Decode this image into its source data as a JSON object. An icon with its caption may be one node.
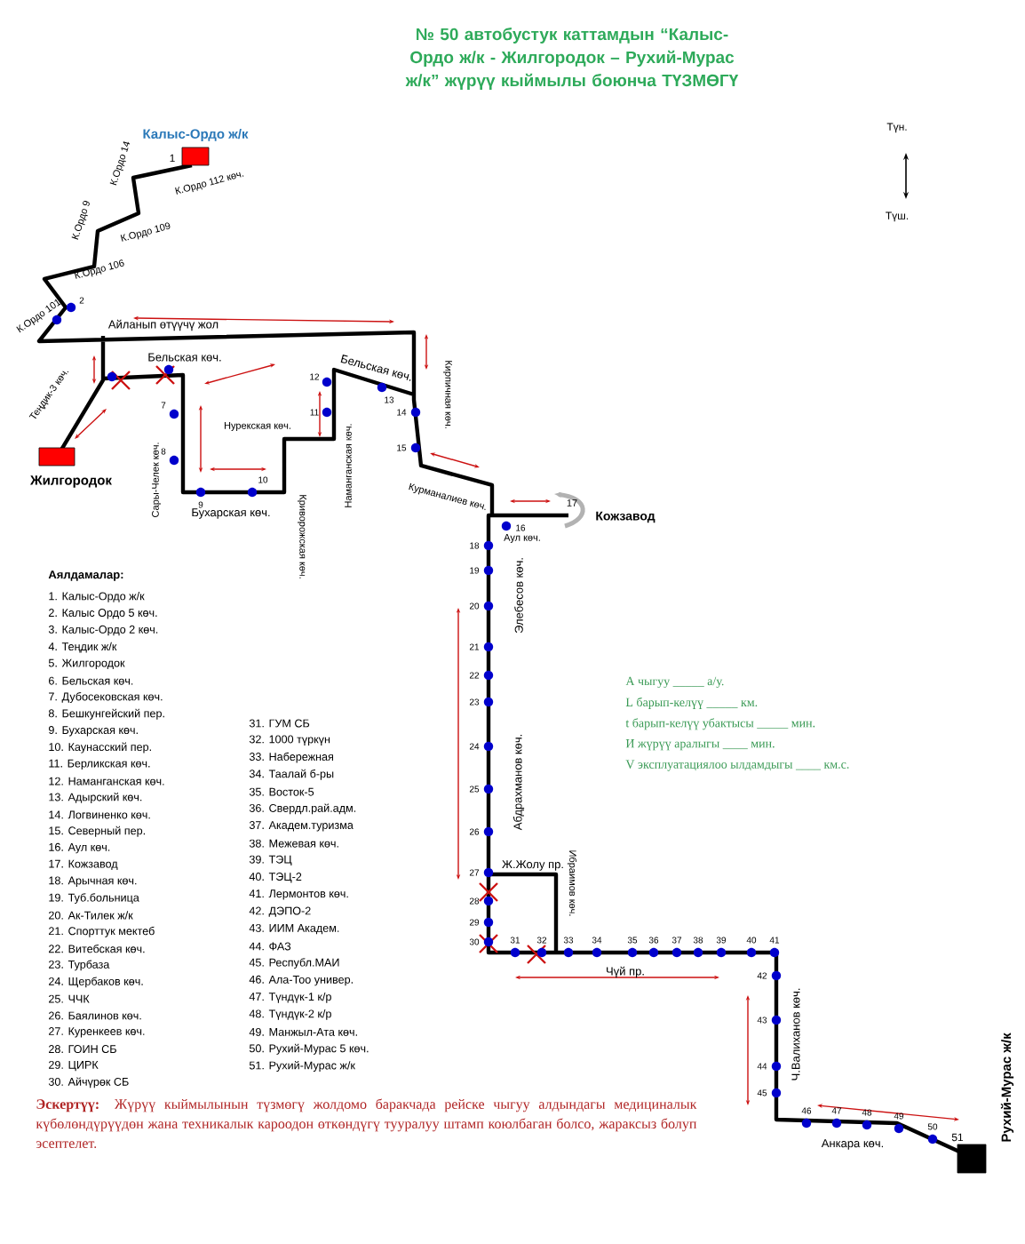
{
  "diagram": {
    "title": "№ 50 автобустук каттамдын “Калыс-Ордо ж/к - Жилгородок – Рухий-Мурас ж/к” жүрүү кыймылы боюнча ТҮЗМӨГҮ",
    "labels": [
      "Түн.",
      "Калыс-Ордо ж/к",
      "1",
      "Түш.",
      "К.Ордо 14",
      "К.Ордо 112 көч.",
      "К.Ордо 9",
      "К.Ордо 109",
      "К.Ордо 106",
      "К.Ордо 101",
      "2",
      "Айланып өтүүчү жол",
      "Бельская көч.",
      "Бельская көч.",
      "Теңдик-3 көч.",
      "7",
      "12",
      "13",
      "11",
      "Нурекская көч.",
      "14",
      "Кирпичная көч.",
      "15",
      "8",
      "Курманалиев көч.",
      "Жилгородок",
      "9",
      "10",
      "Сары-Челек көч.",
      "Бухарская көч.",
      "Криворожская көч.",
      "Наманганская көч.",
      "17",
      "Кожзавод",
      "16",
      "Аул көч.",
      "18",
      "19",
      "20",
      "21",
      "22",
      "23",
      "24",
      "25",
      "26",
      "27",
      "Элебесов көч.",
      "Абдрахманов көч.",
      "Ж.Жолу пр.",
      "Ибраимов көч.",
      "28",
      "29",
      "30",
      "31",
      "32",
      "33",
      "34",
      "35",
      "36",
      "37",
      "38",
      "39",
      "40",
      "41",
      "Чүй пр.",
      "42",
      "43",
      "44",
      "45",
      "Ч.Валиханов көч.",
      "46",
      "47",
      "48",
      "49",
      "50",
      "51",
      "Рухий-Мурас ж/к",
      "Анкара көч.",
      "Аялдамалар:",
      "1. Калыс-Ордо ж/к",
      "2. Калыс Ордо 5 көч.",
      "3. Калыс-Ордо 2 көч.",
      "4. Теңдик ж/к",
      "5. Жилгородок",
      "6. Бельская көч.",
      "7. Дубосековская көч.",
      "8. Бешкунгейский пер.",
      "9. Бухарская көч.",
      "10. Каунасский пер.",
      "11. Берликская көч.",
      "12. Наманганская көч.",
      "13. Адырский көч.",
      "14. Логвиненко көч.",
      "15. Северный пер.",
      "16. Аул көч.",
      "17. Кожзавод",
      "18. Арычная көч.",
      "19. Туб.больница",
      "20. Ак-Тилек ж/к",
      "21. Спорттук мектеб",
      "22. Витебская көч.",
      "23. Турбаза",
      "24. Щербаков көч.",
      "25. ЧЧК",
      "26. Баялинов көч.",
      "27. Куренкеев көч.",
      "28. ГОИН СБ",
      "29. ЦИРК",
      "30. Айчүрөк СБ",
      "31. ГУМ СБ",
      "32. 1000 түркүн",
      "33. Набережная",
      "34. Таалай б-ры",
      "35. Восток-5",
      "36. Свердл.рай.адм.",
      "37. Академ.туризма",
      "38. Межевая көч.",
      "39. ТЭЦ",
      "40. ТЭЦ-2",
      "41. Лермонтов көч.",
      "42. ДЭПО-2",
      "43. ИИМ Академ.",
      "44. ФАЗ",
      "45. Республ.МАИ",
      "46. Ала-Тоо универ.",
      "47. Түндүк-1 к/р",
      "48. Түндүк-2 к/р",
      "49. Манжыл-Ата көч.",
      "50. Рухий-Мурас 5 көч.",
      "51. Рухий-Мурас ж/к",
      "А чыгуу _____ а/у.",
      "L барып-келүү _____ км.",
      "t барып-келүү убактысы _____ мин.",
      "И жүрүү аралыгы ____ мин.",
      "V эксплуатациялоо ылдамдыгы ____ км.с.",
      "**Эскертүү:** Жүрүү кыймылынын түзмөгү жолдомо баракчада рейске чыгуу алдындагы медициналык күбөлөндүрүүдөн жана техникалык кароодон өткөндүгү тууралуу штамп коюлбаган болсо, жараксыз болуп эсептелет."
    ]
  }
}
